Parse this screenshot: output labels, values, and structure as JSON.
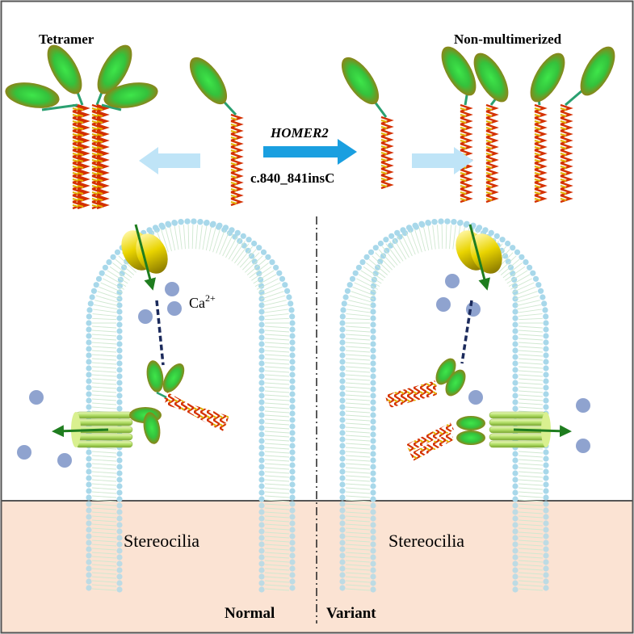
{
  "labels": {
    "tetramer": "Tetramer",
    "non_multimerized": "Non-multimerized",
    "gene": "HOMER2",
    "mutation": "c.840_841insC",
    "calcium_base": "Ca",
    "calcium_charge": "2+",
    "stereocilia_left": "Stereocilia",
    "stereocilia_right": "Stereocilia",
    "normal": "Normal",
    "variant": "Variant"
  },
  "colors": {
    "frame": "#555555",
    "base_fill": "#fbe3d3",
    "membrane_bead": "#a8d8ea",
    "ion": "#8fa3cf",
    "center_arrow": "#1a9fe0",
    "side_arrow": "#bfe4f7",
    "helix_a": "#c8a000",
    "helix_b": "#d02a00",
    "ellipse_inner": "#3fd04a",
    "ellipse_outer": "#a77a10",
    "channel": "#e8d800",
    "green_arrow": "#1f7d1f",
    "tether": "#1b2a5c"
  },
  "icons": [
    "homer2-protein-icon",
    "mechanotransduction-channel-icon",
    "calcium-channel-icon",
    "calcium-ion-icon"
  ]
}
